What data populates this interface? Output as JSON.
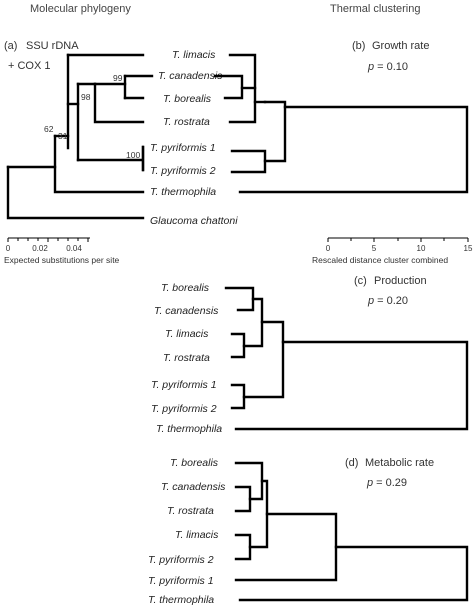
{
  "headings": {
    "left": "Molecular phylogeny",
    "right": "Thermal clustering"
  },
  "panel_a": {
    "label": "(a)",
    "marker": "SSU rDNA",
    "marker2": "+ COX 1",
    "taxa": [
      "T. limacis",
      "T. canadensis",
      "T. borealis",
      "T. rostrata",
      "T. pyriformis 1",
      "T. pyriformis 2",
      "T. thermophila",
      "Glaucoma chattoni"
    ],
    "bootstrap": [
      "99",
      "98",
      "31",
      "62",
      "100"
    ],
    "axis_ticks": [
      "0",
      "0.02",
      "0.04"
    ],
    "axis_label": "Expected substitutions per site"
  },
  "panel_b": {
    "label": "(b)",
    "title": "Growth rate",
    "p_symbol": "p",
    "p_value": "= 0.10",
    "axis_ticks": [
      "0",
      "5",
      "10",
      "15"
    ],
    "axis_label": "Rescaled distance cluster combined"
  },
  "panel_c": {
    "label": "(c)",
    "title": "Production",
    "p_symbol": "p",
    "p_value": "= 0.20",
    "taxa": [
      "T. borealis",
      "T. canadensis",
      "T. limacis",
      "T. rostrata",
      "T. pyriformis 1",
      "T. pyriformis 2",
      "T. thermophila"
    ]
  },
  "panel_d": {
    "label": "(d)",
    "title": "Metabolic rate",
    "p_symbol": "p",
    "p_value": "= 0.29",
    "taxa": [
      "T. borealis",
      "T. canadensis",
      "T. rostrata",
      "T. limacis",
      "T. pyriformis 2",
      "T. pyriformis 1",
      "T. thermophila"
    ]
  }
}
